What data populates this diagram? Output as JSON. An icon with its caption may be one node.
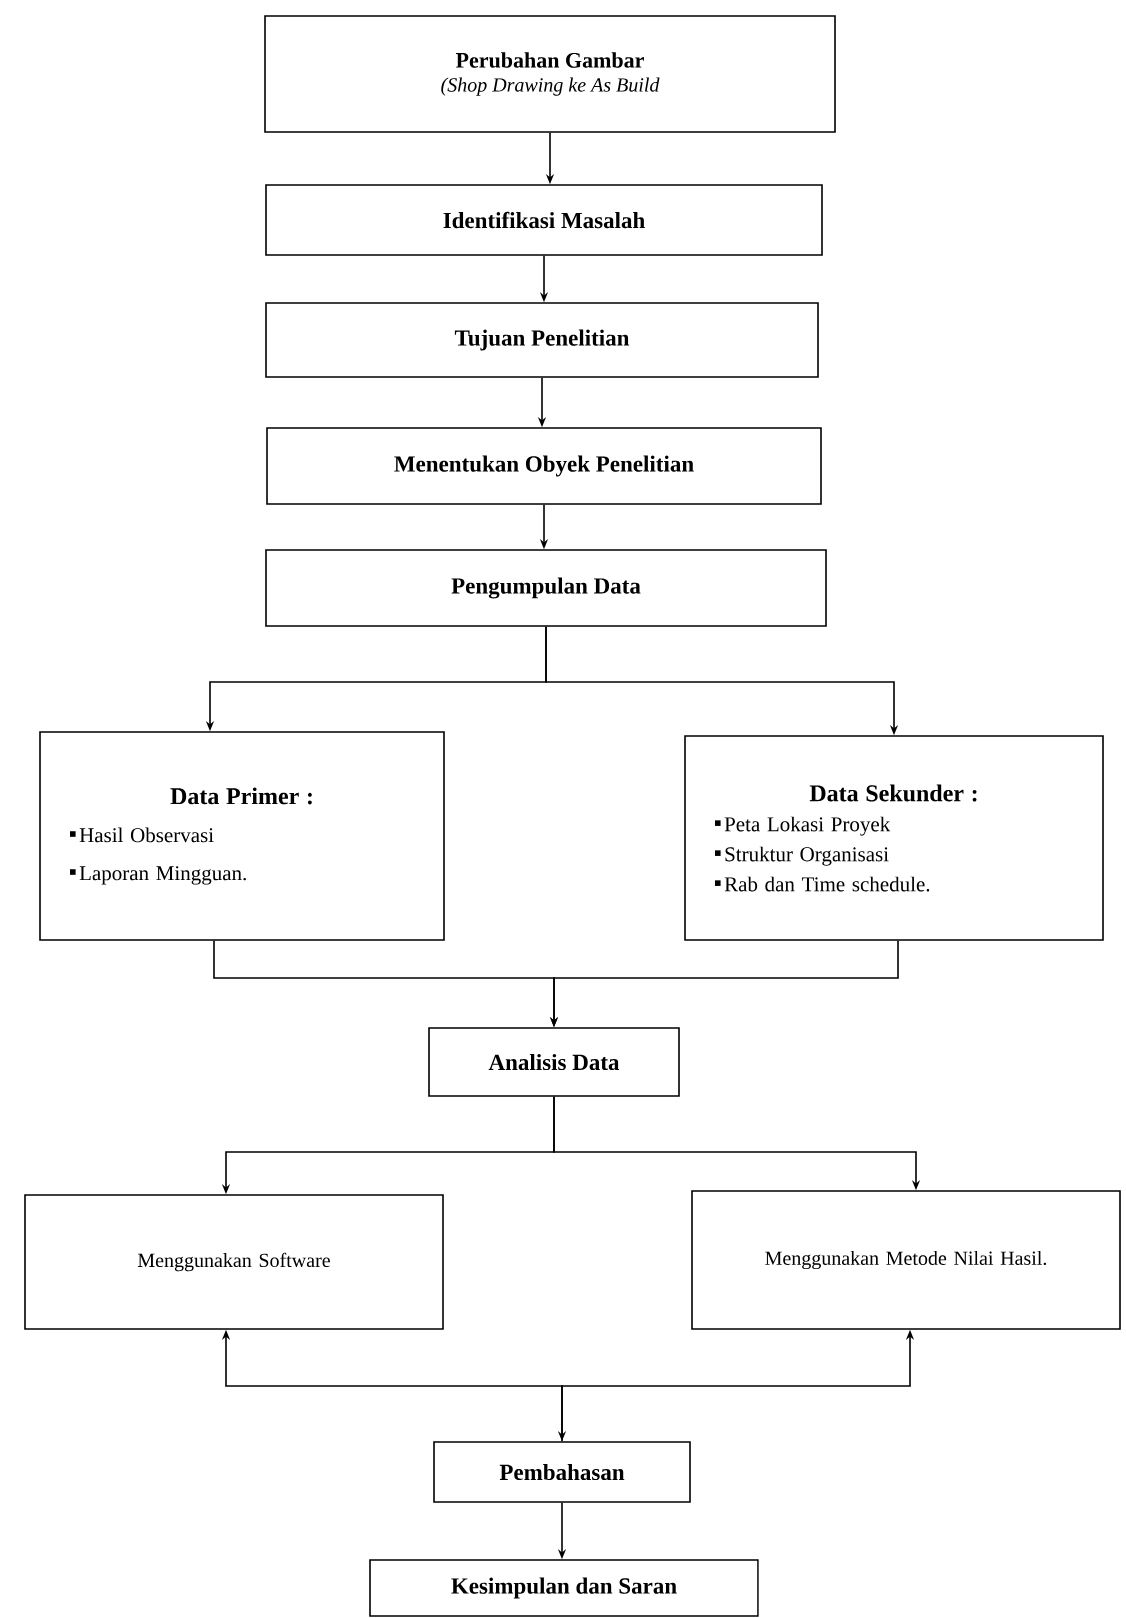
{
  "diagram": {
    "nodes": [
      {
        "text": [
          "Perubahan Gambar",
          "(Shop Drawing ke As Build"
        ]
      },
      {
        "text": [
          "Identifikasi Masalah"
        ]
      },
      {
        "text": [
          "Tujuan Penelitian"
        ]
      },
      {
        "text": [
          "Menentukan Obyek Penelitian"
        ]
      },
      {
        "text": [
          "Pengumpulan Data"
        ]
      },
      {
        "text": [
          "Data Primer :",
          "Hasil Observasi",
          "Laporan Mingguan."
        ]
      },
      {
        "text": [
          "Data Sekunder :",
          "Peta Lokasi Proyek",
          "Struktur Organisasi",
          "Rab dan Time schedule."
        ]
      },
      {
        "text": [
          "Analisis Data"
        ]
      },
      {
        "text": [
          "Menggunakan Software"
        ]
      },
      {
        "text": [
          "Menggunakan Metode Nilai Hasil."
        ]
      },
      {
        "text": [
          "Pembahasan"
        ]
      },
      {
        "text": [
          "Kesimpulan dan Saran"
        ]
      }
    ],
    "edges": [
      {
        "from": 0,
        "to": 1,
        "arrow": "to"
      },
      {
        "from": 1,
        "to": 2,
        "arrow": "to"
      },
      {
        "from": 2,
        "to": 3,
        "arrow": "to"
      },
      {
        "from": 3,
        "to": 4,
        "arrow": "to"
      },
      {
        "from": 4,
        "to": 5,
        "arrow": "to"
      },
      {
        "from": 4,
        "to": 6,
        "arrow": "to"
      },
      {
        "from": 5,
        "to": 7,
        "arrow": "to"
      },
      {
        "from": 6,
        "to": 7,
        "arrow": "to"
      },
      {
        "from": 7,
        "to": 8,
        "arrow": "to"
      },
      {
        "from": 7,
        "to": 9,
        "arrow": "to"
      },
      {
        "from": 8,
        "to": 10,
        "arrow": "both"
      },
      {
        "from": 10,
        "to": 9,
        "arrow": "to"
      },
      {
        "from": 10,
        "to": 11,
        "arrow": "to"
      }
    ]
  }
}
